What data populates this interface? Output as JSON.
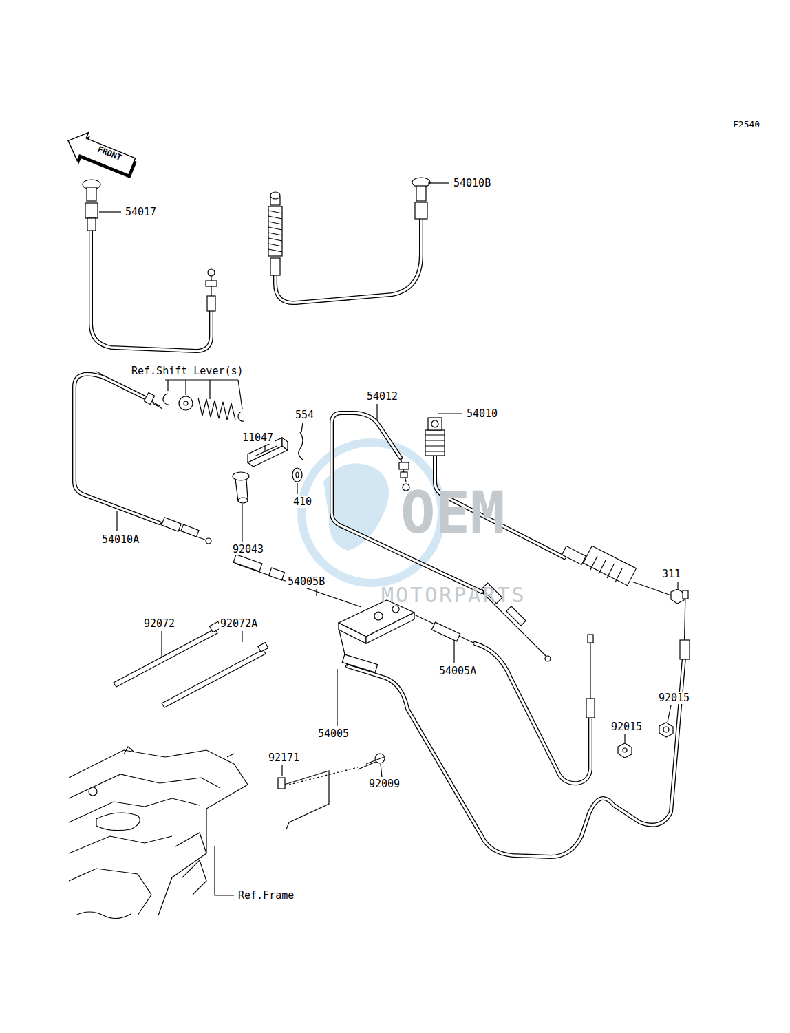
{
  "diagram": {
    "labels": [
      "F2540",
      "FRONT",
      "54017",
      "54010B",
      "Ref.Shift Lever(s)",
      "11047",
      "554",
      "54012",
      "54010",
      "54010A",
      "92043",
      "410",
      "311",
      "54005B",
      "92072",
      "92072A",
      "54005A",
      "92015",
      "92015",
      "54005",
      "92171",
      "92009",
      "Ref.Frame",
      "OEM",
      "MOTORPARTS"
    ]
  }
}
